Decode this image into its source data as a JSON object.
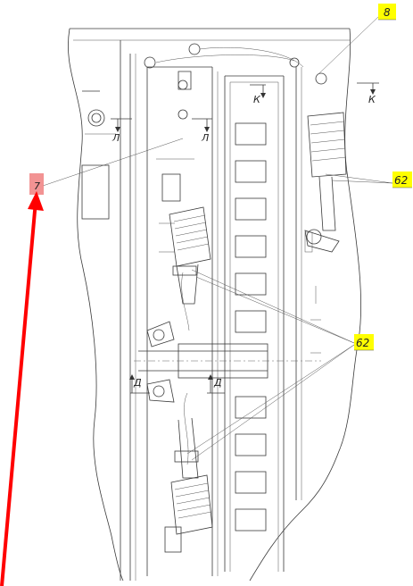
{
  "drawing": {
    "callouts": [
      {
        "id": "B",
        "label": "8"
      },
      {
        "id": "62a",
        "label": "62"
      },
      {
        "id": "62b",
        "label": "62"
      }
    ],
    "marker_label": "7",
    "section_marks": {
      "k_left": "К",
      "k_right": "К",
      "l_left": "Л",
      "l_right": "Л",
      "d_left": "Д",
      "d_right": "Д"
    },
    "colors": {
      "callout_fill": "#ffff00",
      "marker_fill": "#f08080",
      "arrow": "#ff0000",
      "line": "#3a3a3a"
    }
  }
}
